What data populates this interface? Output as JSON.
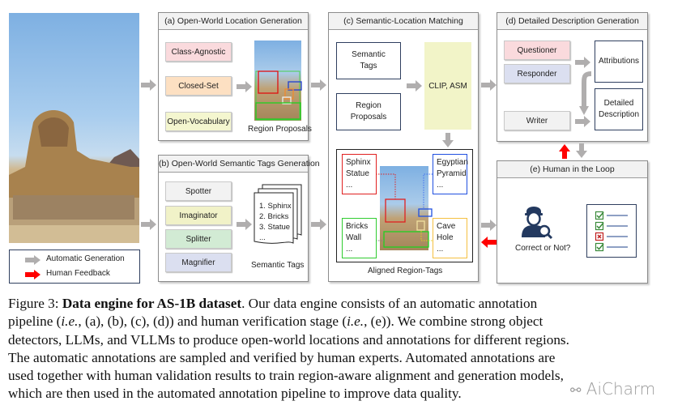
{
  "figure": {
    "input_image": {
      "description": "Great Sphinx of Giza with pyramid"
    },
    "legend": {
      "items": [
        {
          "label": "Automatic Generation",
          "color": "#b0aeae"
        },
        {
          "label": "Human Feedback",
          "color": "#ff0000"
        }
      ]
    },
    "panel_a": {
      "title": "(a) Open-World Location Generation",
      "methods": [
        {
          "label": "Class-Agnostic",
          "color": "#fadadd"
        },
        {
          "label": "Closed-Set",
          "color": "#fde0c2"
        },
        {
          "label": "Open-Vocabulary",
          "color": "#f4f6cf"
        }
      ],
      "output_label": "Region Proposals"
    },
    "panel_b": {
      "title": "(b) Open-World Semantic Tags Generation",
      "methods": [
        {
          "label": "Spotter",
          "color": "#f2f2f2"
        },
        {
          "label": "Imaginator",
          "color": "#f1f2c8"
        },
        {
          "label": "Splitter",
          "color": "#d2ebd4"
        },
        {
          "label": "Magnifier",
          "color": "#dbdff0"
        }
      ],
      "doc_lines": [
        "1. Sphinx",
        "2. Bricks",
        "3. Statue",
        "..."
      ],
      "output_label": "Semantic Tags"
    },
    "panel_c": {
      "title": "(c) Semantic-Location Matching",
      "inputs": [
        {
          "label_lines": [
            "Semantic",
            "Tags"
          ]
        },
        {
          "label_lines": [
            "Region",
            "Proposals"
          ]
        }
      ],
      "matcher": {
        "label": "CLIP, ASM",
        "color": "#f2f4c8"
      },
      "tags": [
        {
          "lines": [
            "Sphinx",
            "Statue",
            "..."
          ],
          "color": "#e02020"
        },
        {
          "lines": [
            "Egyptian",
            "Pyramid",
            "..."
          ],
          "color": "#2050e0"
        },
        {
          "lines": [
            "Bricks",
            "Wall",
            "..."
          ],
          "color": "#30cc30"
        },
        {
          "lines": [
            "Cave",
            "Hole",
            "..."
          ],
          "color": "#f5c040"
        }
      ],
      "output_label": "Aligned Region-Tags"
    },
    "panel_d": {
      "title": "(d) Detailed Description Generation",
      "roles": [
        {
          "label": "Questioner",
          "color": "#fadadd"
        },
        {
          "label": "Responder",
          "color": "#dbdff0"
        },
        {
          "label": "Writer",
          "color": "#f2f2f2"
        }
      ],
      "outputs": [
        {
          "label_lines": [
            "Attributions"
          ]
        },
        {
          "label_lines": [
            "Detailed",
            "Description"
          ]
        }
      ]
    },
    "panel_e": {
      "title": "(e) Human in the Loop",
      "person_label": "Correct or Not?",
      "checklist": [
        "correct",
        "correct",
        "wrong",
        "correct"
      ]
    }
  },
  "caption": {
    "prefix": "Figure 3: ",
    "bold": "Data engine for AS-1B dataset",
    "lines": [
      [
        ". Our data engine consists of an automatic annotation"
      ],
      [
        "pipeline (",
        "i.e.",
        ", (a), (b), (c), (d)) and human verification stage (",
        "i.e.",
        ", (e)). We combine strong object"
      ],
      [
        "detectors, LLMs, and VLLMs to produce open-world locations and annotations for different regions."
      ],
      [
        "The automatic annotations are sampled and verified by human experts. Automated annotations are"
      ],
      [
        "used together with human validation results to train region-aware alignment and generation models,"
      ],
      [
        "which are then used in the automated annotation pipeline to improve data quality."
      ]
    ]
  },
  "watermark": "AiCharm"
}
